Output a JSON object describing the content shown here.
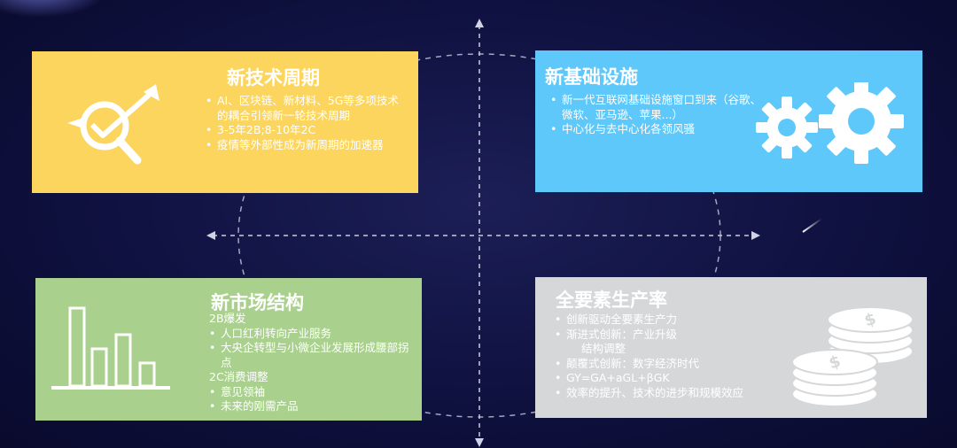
{
  "panels": {
    "tech_cycle": {
      "title": "新技术周期",
      "bullets": [
        "AI、区块链、新材料、5G等多项技术的耦合引领新一轮技术周期",
        "3-5年2B;8-10年2C",
        "疫情等外部性成为新周期的加速器"
      ]
    },
    "infrastructure": {
      "title": "新基础设施",
      "bullets": [
        "新一代互联网基础设施窗口到来（谷歌、微软、亚马逊、苹果...）",
        "中心化与去中心化各领风骚"
      ]
    },
    "market_structure": {
      "title": "新市场结构",
      "heading_2b": "2B爆发",
      "bullets_2b": [
        "人口红利转向产业服务",
        "大央企转型与小微企业发展形成腰部拐点"
      ],
      "heading_2c": "2C消费调整",
      "bullets_2c": [
        "意见领袖",
        "未来的刚需产品"
      ]
    },
    "tfp": {
      "title": "全要素生产率",
      "bullets": [
        "创新驱动全要素生产力",
        "渐进式创新：产业升级",
        "结构调整",
        "颠覆式创新：数字经济时代",
        "GY=GA+aGL+βGK",
        "效率的提升、技术的进步和规模效应"
      ]
    }
  },
  "icons": {
    "tech_cycle": "magnifier-check-arrow-icon",
    "infrastructure": "gears-icon",
    "market_structure": "bar-chart-icon",
    "tfp": "coin-stacks-icon"
  },
  "colors": {
    "background": "#0f1140",
    "tech_cycle": "#fbd55e",
    "infrastructure": "#5ec8fa",
    "market_structure": "#a9d18d",
    "tfp": "#d6d7d9",
    "guides": "#c9cbe0"
  }
}
